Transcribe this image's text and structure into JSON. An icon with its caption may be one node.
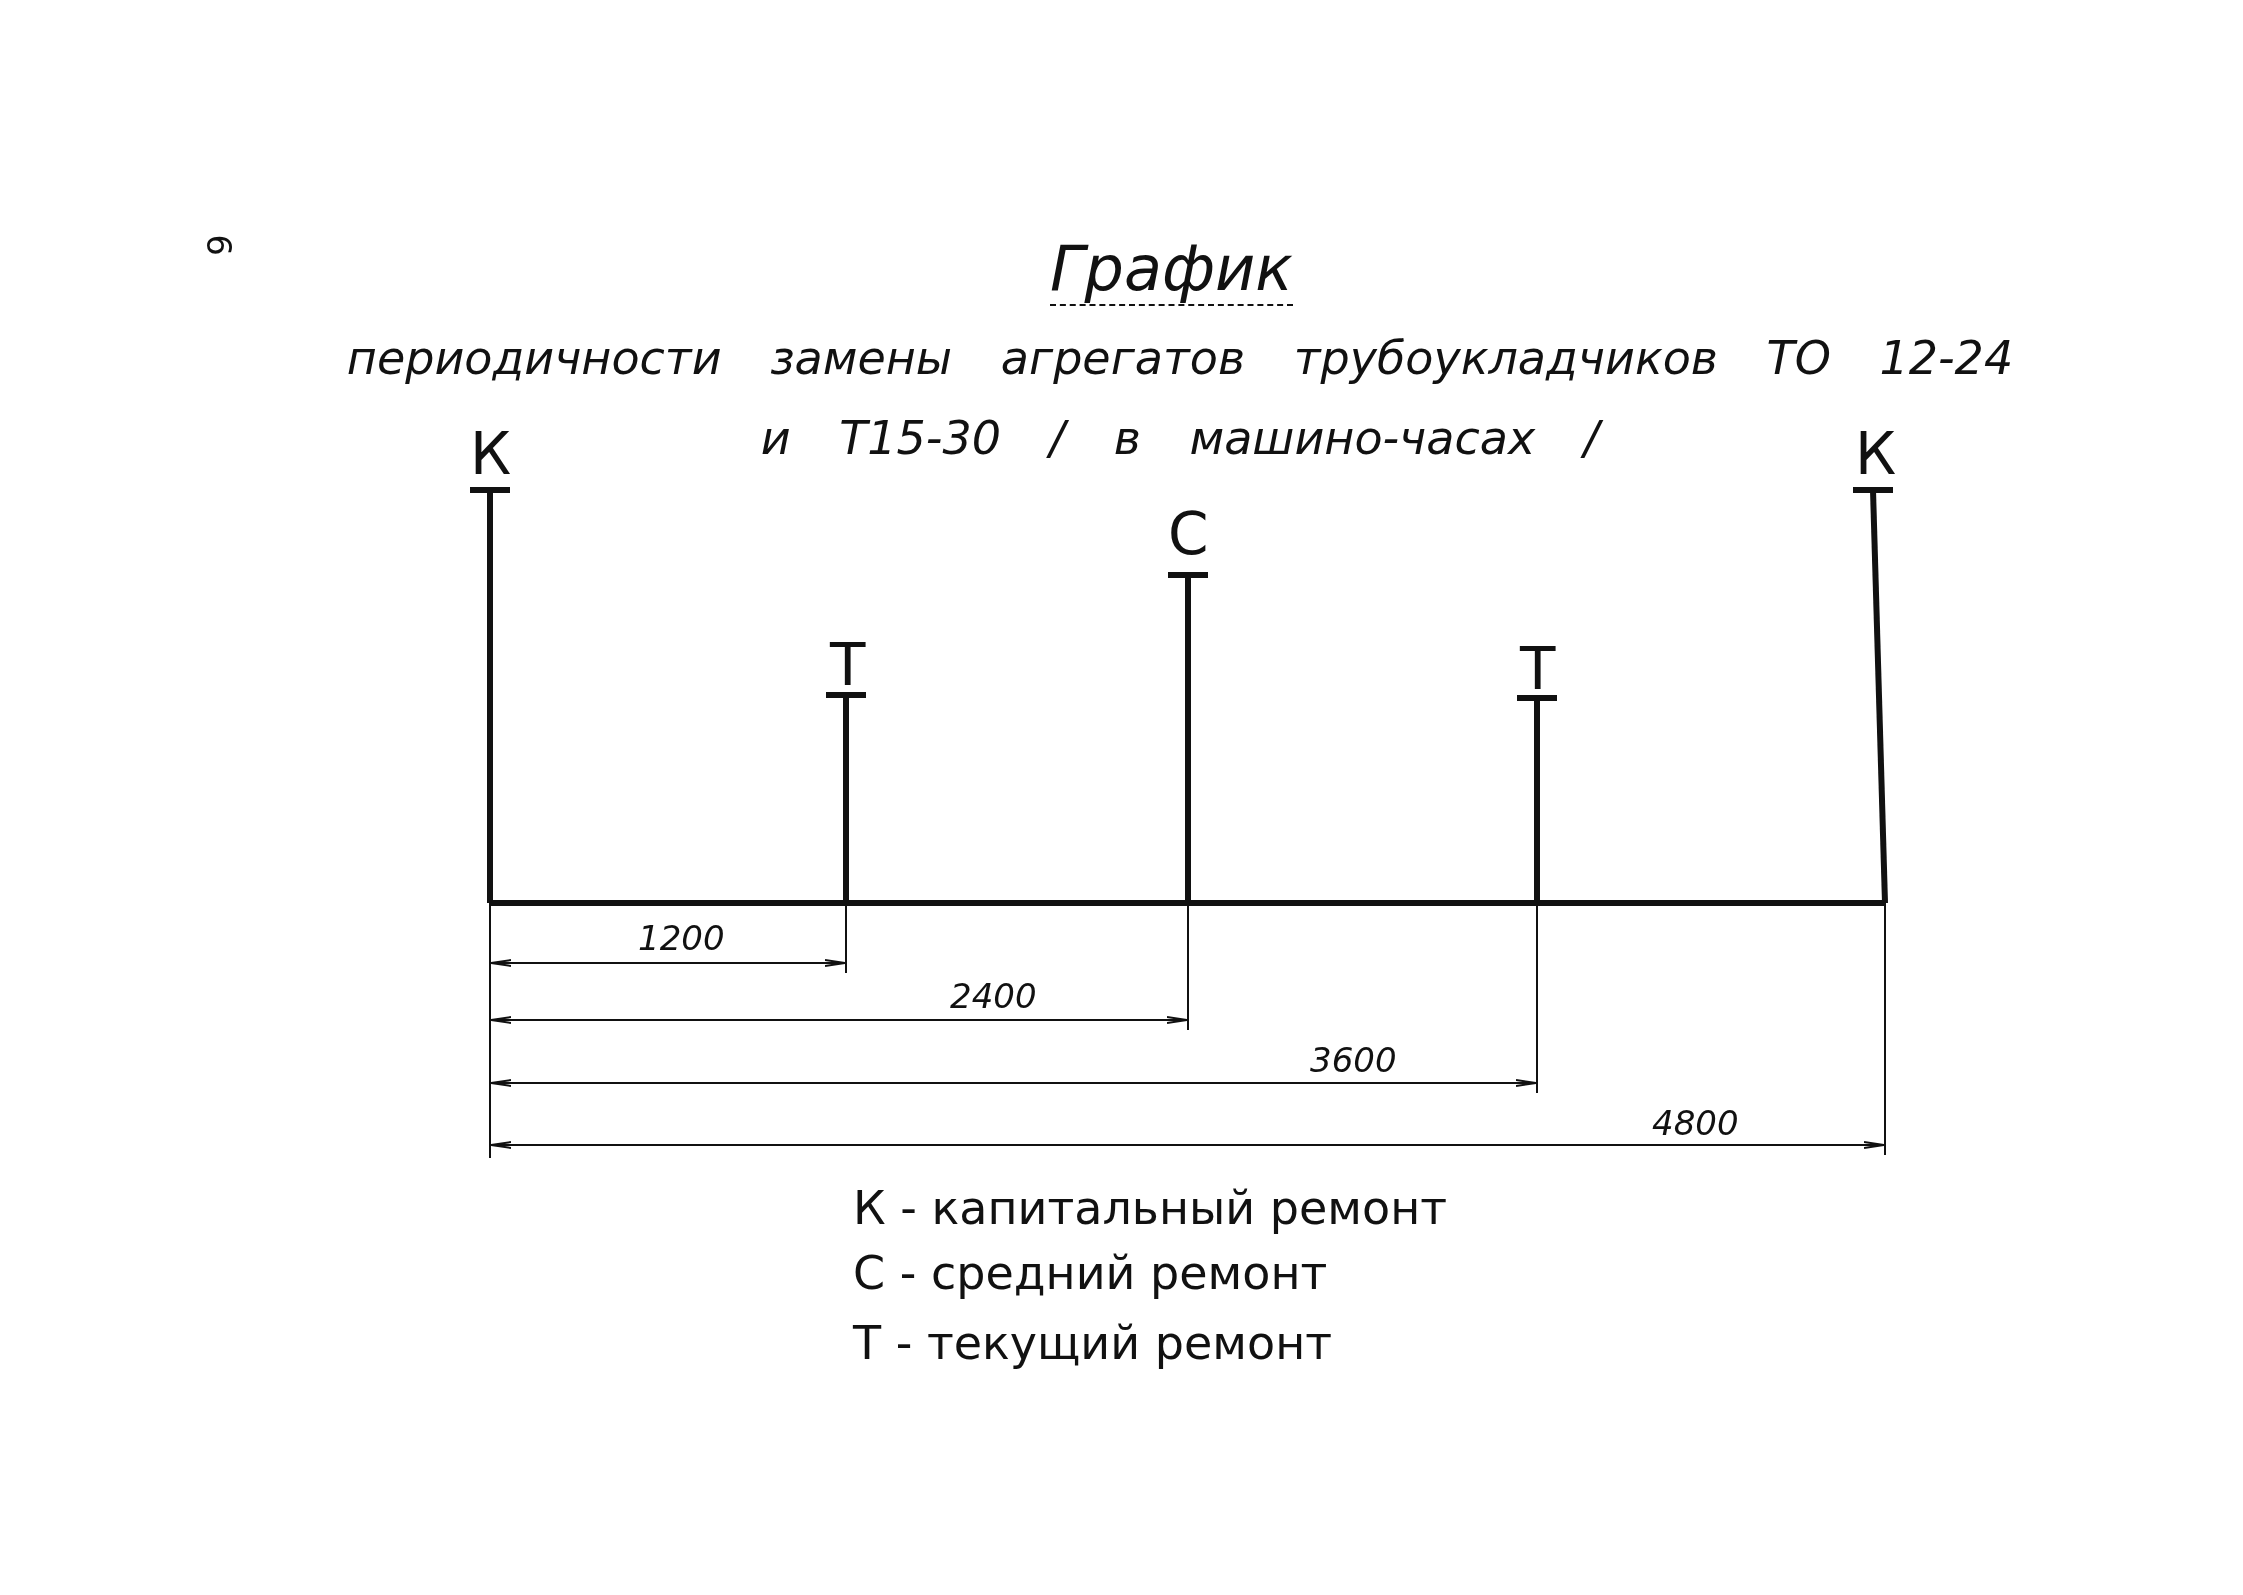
{
  "diagram": {
    "title": "График",
    "labels": [
      "6",
      "периодичности замены агрегатов трубоукладчиков ТО 12-24 и Т15-30 / в машино-часах /",
      "К",
      "К",
      "С",
      "Т",
      "Т",
      "1200",
      "2400",
      "3600",
      "4800",
      "К - капитальный ремонт",
      "С - средний ремонт",
      "Т - текущий ремонт"
    ]
  }
}
